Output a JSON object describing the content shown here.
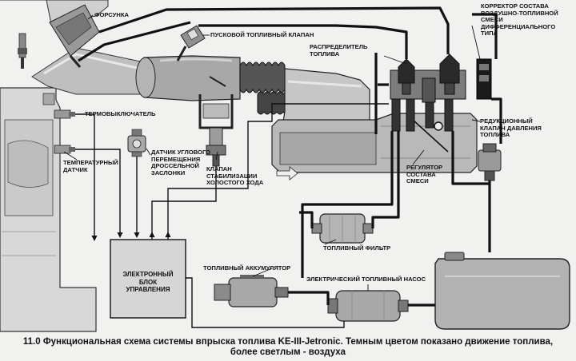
{
  "labels": {
    "injector": "ФОРСУНКА",
    "start_valve": "ПУСКОВОЙ ТОПЛИВНЫЙ КЛАПАН",
    "distributor": "РАСПРЕДЕЛИТЕЛЬ\nТОПЛИВА",
    "corrector": "КОРРЕКТОР СОСТАВА\nВОЗДУШНО-ТОПЛИВНОЙ\nСМЕСИ ДИФФЕРЕНЦИАЛЬНОГО\nТИПА",
    "thermoswitch": "ТЕРМОВЫКЛЮЧАТЕЛЬ",
    "temp_sensor": "ТЕМПЕРАТУРНЫЙ\nДАТЧИК",
    "throttle_sensor": "ДАТЧИК УГЛОВОГО\nПЕРЕМЕЩЕНИЯ\nДРОССЕЛЬНОЙ\nЗАСЛОНКИ",
    "idle_valve": "КЛАПАН\nСТАБИЛИЗАЦИИ\nХОЛОСТОГО ХОДА",
    "mixture_regulator": "РЕГУЛЯТОР\nСОСТАВА\nСМЕСИ",
    "pressure_valve": "РЕДУКЦИОННЫЙ\nКЛАПАН ДАВЛЕНИЯ\nТОПЛИВА",
    "fuel_filter": "ТОПЛИВНЫЙ ФИЛЬТР",
    "accumulator": "ТОПЛИВНЫЙ АККУМУЛЯТОР",
    "ecu": "ЭЛЕКТРОННЫЙ\nБЛОК\nУПРАВЛЕНИЯ",
    "fuel_pump": "ЭЛЕКТРИЧЕСКИЙ ТОПЛИВНЫЙ НАСОС"
  },
  "caption": "11.0 Функциональная схема системы впрыска топлива KE-III-Jetronic. Темным цветом показано движение топлива,\nболее светлым - воздуха"
}
